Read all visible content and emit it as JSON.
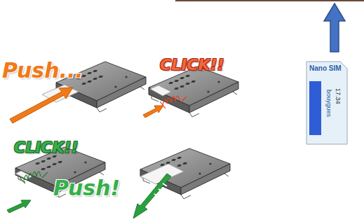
{
  "diagram": {
    "nodes": [
      {
        "text": [
          "Nano SIM",
          "bouygues",
          "17.34"
        ]
      }
    ],
    "labels": [
      "Push...",
      "CLICK!!",
      "CLICK!!",
      "Push!"
    ]
  }
}
